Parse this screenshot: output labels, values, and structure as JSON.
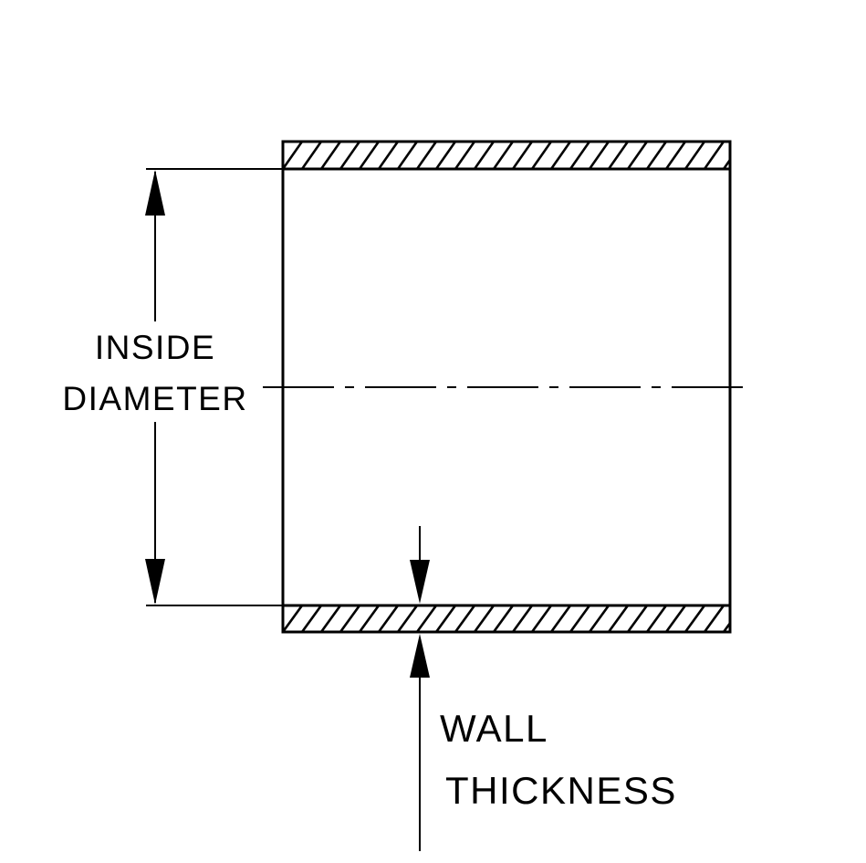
{
  "diagram": {
    "type": "technical-cross-section",
    "subject": "tube-coupler-cross-section",
    "labels": {
      "inside_diameter_line1": "INSIDE",
      "inside_diameter_line2": "DIAMETER",
      "wall_thickness_line1": "WALL",
      "wall_thickness_line2": "THICKNESS"
    },
    "colors": {
      "line": "#000000",
      "background": "#ffffff"
    }
  }
}
